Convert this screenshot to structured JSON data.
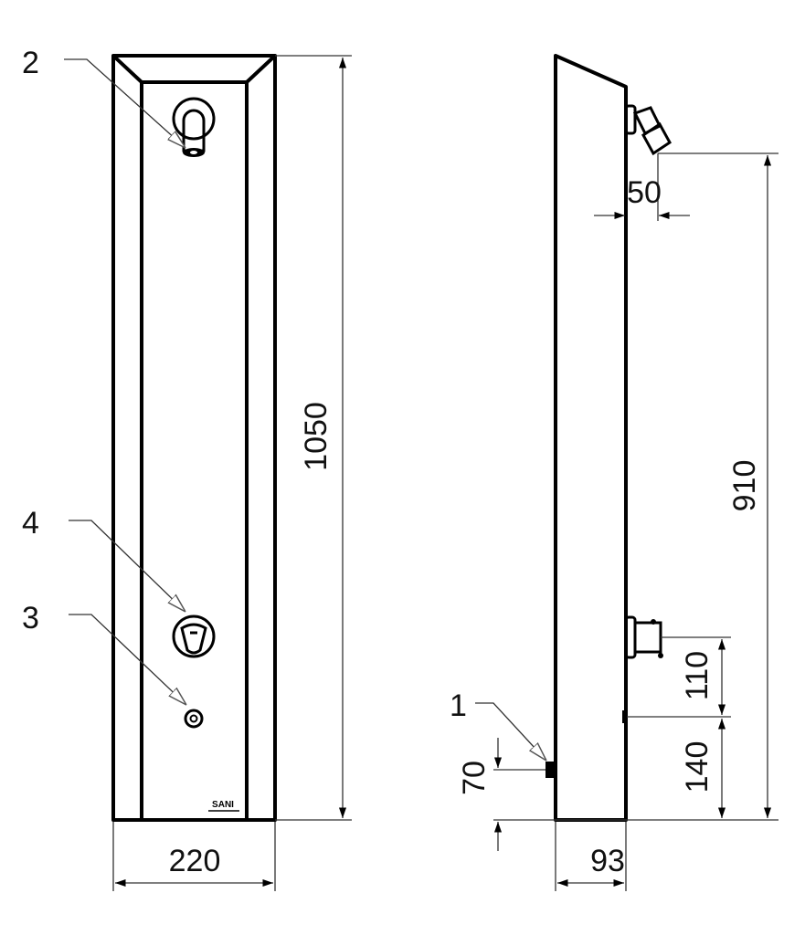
{
  "callouts": {
    "c1": "1",
    "c2": "2",
    "c3": "3",
    "c4": "4"
  },
  "dimensions": {
    "height_total": "1050",
    "width_front": "220",
    "depth": "93",
    "head_projection": "50",
    "head_height": "910",
    "valve_offset": "110",
    "lower_offset": "140",
    "button_height": "70"
  },
  "logo_text": "SANI"
}
